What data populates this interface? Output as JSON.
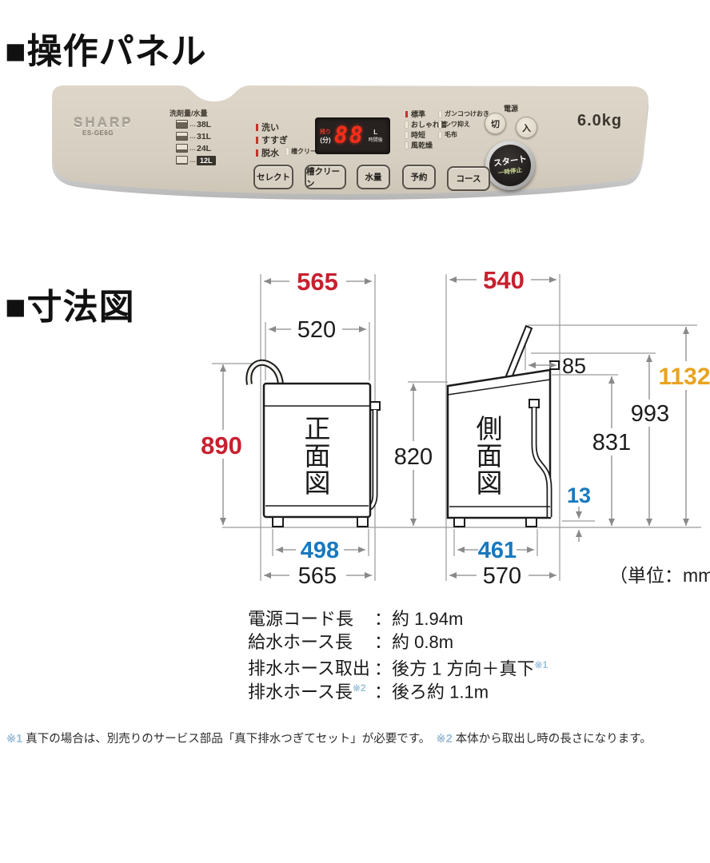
{
  "sections": {
    "panel_title": "■操作パネル",
    "dims_title": "■寸法図"
  },
  "panel": {
    "brand": "SHARP",
    "model": "ES-GE6G",
    "capacity": "6.0kg",
    "detergent": {
      "title": "洗剤量/水量",
      "dots": "…",
      "levels": [
        "38L",
        "31L",
        "24L",
        "12L"
      ],
      "selected": "12L"
    },
    "status": {
      "items": [
        "洗い",
        "すすぎ",
        "脱水"
      ],
      "tub_clean": "槽クリーン"
    },
    "display": {
      "remaining": "残り",
      "minutes": "(分)",
      "value": "88",
      "liters": "L",
      "hours": "時間後"
    },
    "courses": {
      "col1": [
        "標準",
        "おしゃれ着",
        "時短",
        "風乾燥"
      ],
      "col2": [
        "ガンコつけおき",
        "シワ抑え",
        "毛布"
      ]
    },
    "power": {
      "label": "電源",
      "off": "切",
      "on": "入"
    },
    "start": {
      "line1": "スタート",
      "line2": "一時停止"
    },
    "buttons": [
      "セレクト",
      "槽クリーン",
      "水量",
      "予約",
      "コース"
    ]
  },
  "dims": {
    "front_chars": [
      "正",
      "面",
      "図"
    ],
    "side_chars": [
      "側",
      "面",
      "図"
    ],
    "front_top_outer": "565",
    "front_top_inner": "520",
    "front_height": "890",
    "body_height": "820",
    "front_feet": "498",
    "front_bottom": "565",
    "side_top": "540",
    "lid_offset": "85",
    "total_height": "1132",
    "height_993": "993",
    "height_831": "831",
    "hose_gap": "13",
    "side_feet": "461",
    "side_bottom": "570",
    "unit_note": "（単位：mm）",
    "colors": {
      "red": "#c8202f",
      "blue": "#1879be",
      "orange": "#e9a31f",
      "black": "#1c1c1c"
    }
  },
  "specs": {
    "rows": [
      {
        "label": "電源コード長",
        "label_sup": "",
        "colon": "：",
        "value": "約 1.94m",
        "value_sup": ""
      },
      {
        "label": "給水ホース長",
        "label_sup": "",
        "colon": "：",
        "value": "約 0.8m",
        "value_sup": ""
      },
      {
        "label": "排水ホース取出",
        "label_sup": "",
        "colon": "：",
        "value": "後方 1 方向＋真下",
        "value_sup": "※1"
      },
      {
        "label": "排水ホース長",
        "label_sup": "※2",
        "colon": "：",
        "value": "後ろ約 1.1m",
        "value_sup": ""
      }
    ]
  },
  "footnotes": {
    "f1_mark": "※1",
    "f1_text": " 真下の場合は、別売りのサービス部品「真下排水つぎてセット」が必要です。",
    "gap": "　",
    "f2_mark": "※2",
    "f2_text": " 本体から取出し時の長さになります。"
  }
}
